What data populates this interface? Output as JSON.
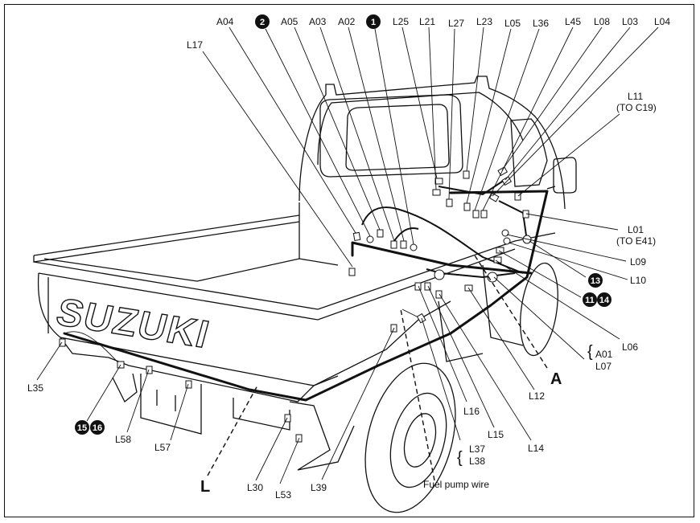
{
  "diagram": {
    "title": "Rear body wiring harness connector locations",
    "brand_logo": "SUZUKI",
    "view_markers": [
      {
        "id": "A",
        "label": "A"
      },
      {
        "id": "L",
        "label": "L"
      }
    ],
    "top_labels": [
      "A04",
      "2",
      "A05",
      "A03",
      "A02",
      "1",
      "L25",
      "L21",
      "L27",
      "L23",
      "L05",
      "L36",
      "L45",
      "L08",
      "L03",
      "L04"
    ],
    "labels": {
      "L17": "L17",
      "A04": "A04",
      "A05": "A05",
      "A03": "A03",
      "A02": "A02",
      "L25": "L25",
      "L21": "L21",
      "L27": "L27",
      "L23": "L23",
      "L05": "L05",
      "L36": "L36",
      "L45": "L45",
      "L08": "L08",
      "L03": "L03",
      "L04": "L04",
      "L11": "L11",
      "L11_note": "(TO C19)",
      "L01": "L01",
      "L01_note": "(TO E41)",
      "L09": "L09",
      "L10": "L10",
      "L06": "L06",
      "A01": "A01",
      "L07": "L07",
      "L12": "L12",
      "L14": "L14",
      "L15": "L15",
      "L16": "L16",
      "L37": "L37",
      "L38": "L38",
      "L39": "L39",
      "L53": "L53",
      "L30": "L30",
      "L57": "L57",
      "L58": "L58",
      "L35": "L35",
      "fuel_pump_wire": "Fuel pump wire"
    },
    "circled_numbers": {
      "c1": "1",
      "c2": "2",
      "c13": "13",
      "c11": "11",
      "c14": "14",
      "c15": "15",
      "c16": "16"
    }
  }
}
